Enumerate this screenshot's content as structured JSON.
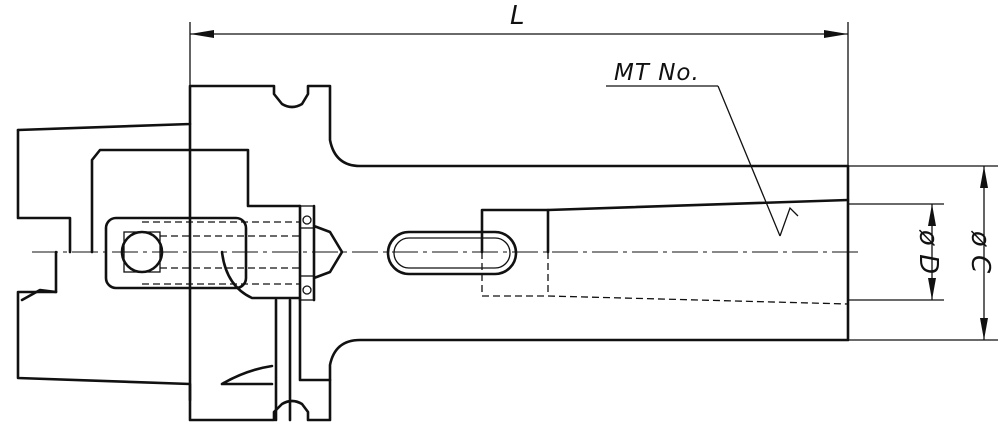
{
  "dimensions": {
    "length_label": "L",
    "taper_label": "MT No.",
    "bore_label": "ø D",
    "outer_label": "ø C"
  }
}
